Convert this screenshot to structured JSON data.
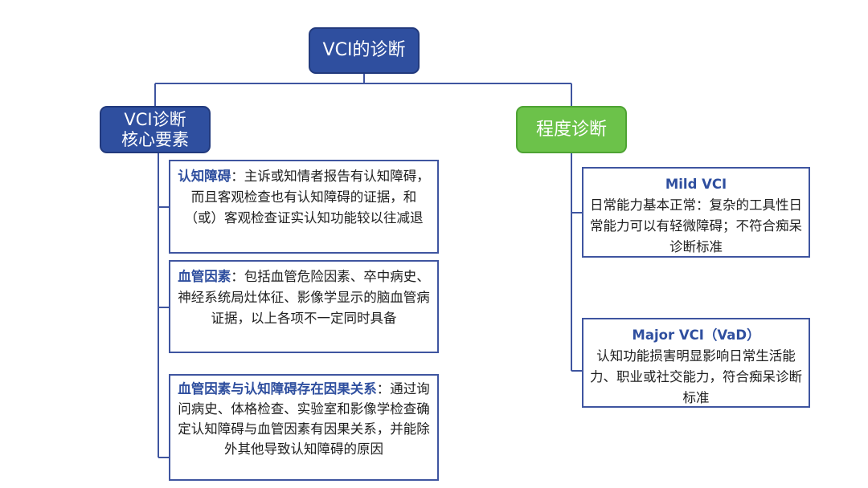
{
  "root": {
    "label": "VCI的诊断"
  },
  "left_branch": {
    "lines": [
      "VCI诊断",
      "核心要素"
    ],
    "items": [
      {
        "key": "认知障碍",
        "body": "：主诉或知情者报告有认知障碍，而且客观检查也有认知障碍的证据，和（或）客观检查证实认知功能较以往减退"
      },
      {
        "key": "血管因素",
        "body": "：包括血管危险因素、卒中病史、神经系统局灶体征、影像学显示的脑血管病证据，以上各项不一定同时具备"
      },
      {
        "key": "血管因素与认知障碍存在因果关系",
        "body": "：通过询问病史、体格检查、实验室和影像学检查确定认知障碍与血管因素有因果关系，并能除外其他导致认知障碍的原因"
      }
    ]
  },
  "right_branch": {
    "label": "程度诊断",
    "items": [
      {
        "title": "Mild VCI",
        "body": "日常能力基本正常：复杂的工具性日常能力可以有轻微障碍；不符合痴呆诊断标准"
      },
      {
        "title": "Major VCI（VaD）",
        "body": "认知功能损害明显影响日常生活能力、职业或社交能力，符合痴呆诊断标准"
      }
    ]
  },
  "colors": {
    "node_blue": "#2f4f9f",
    "node_green": "#6cc24a",
    "line": "#3f55a0",
    "highlight_text": "#2f4f9f"
  }
}
